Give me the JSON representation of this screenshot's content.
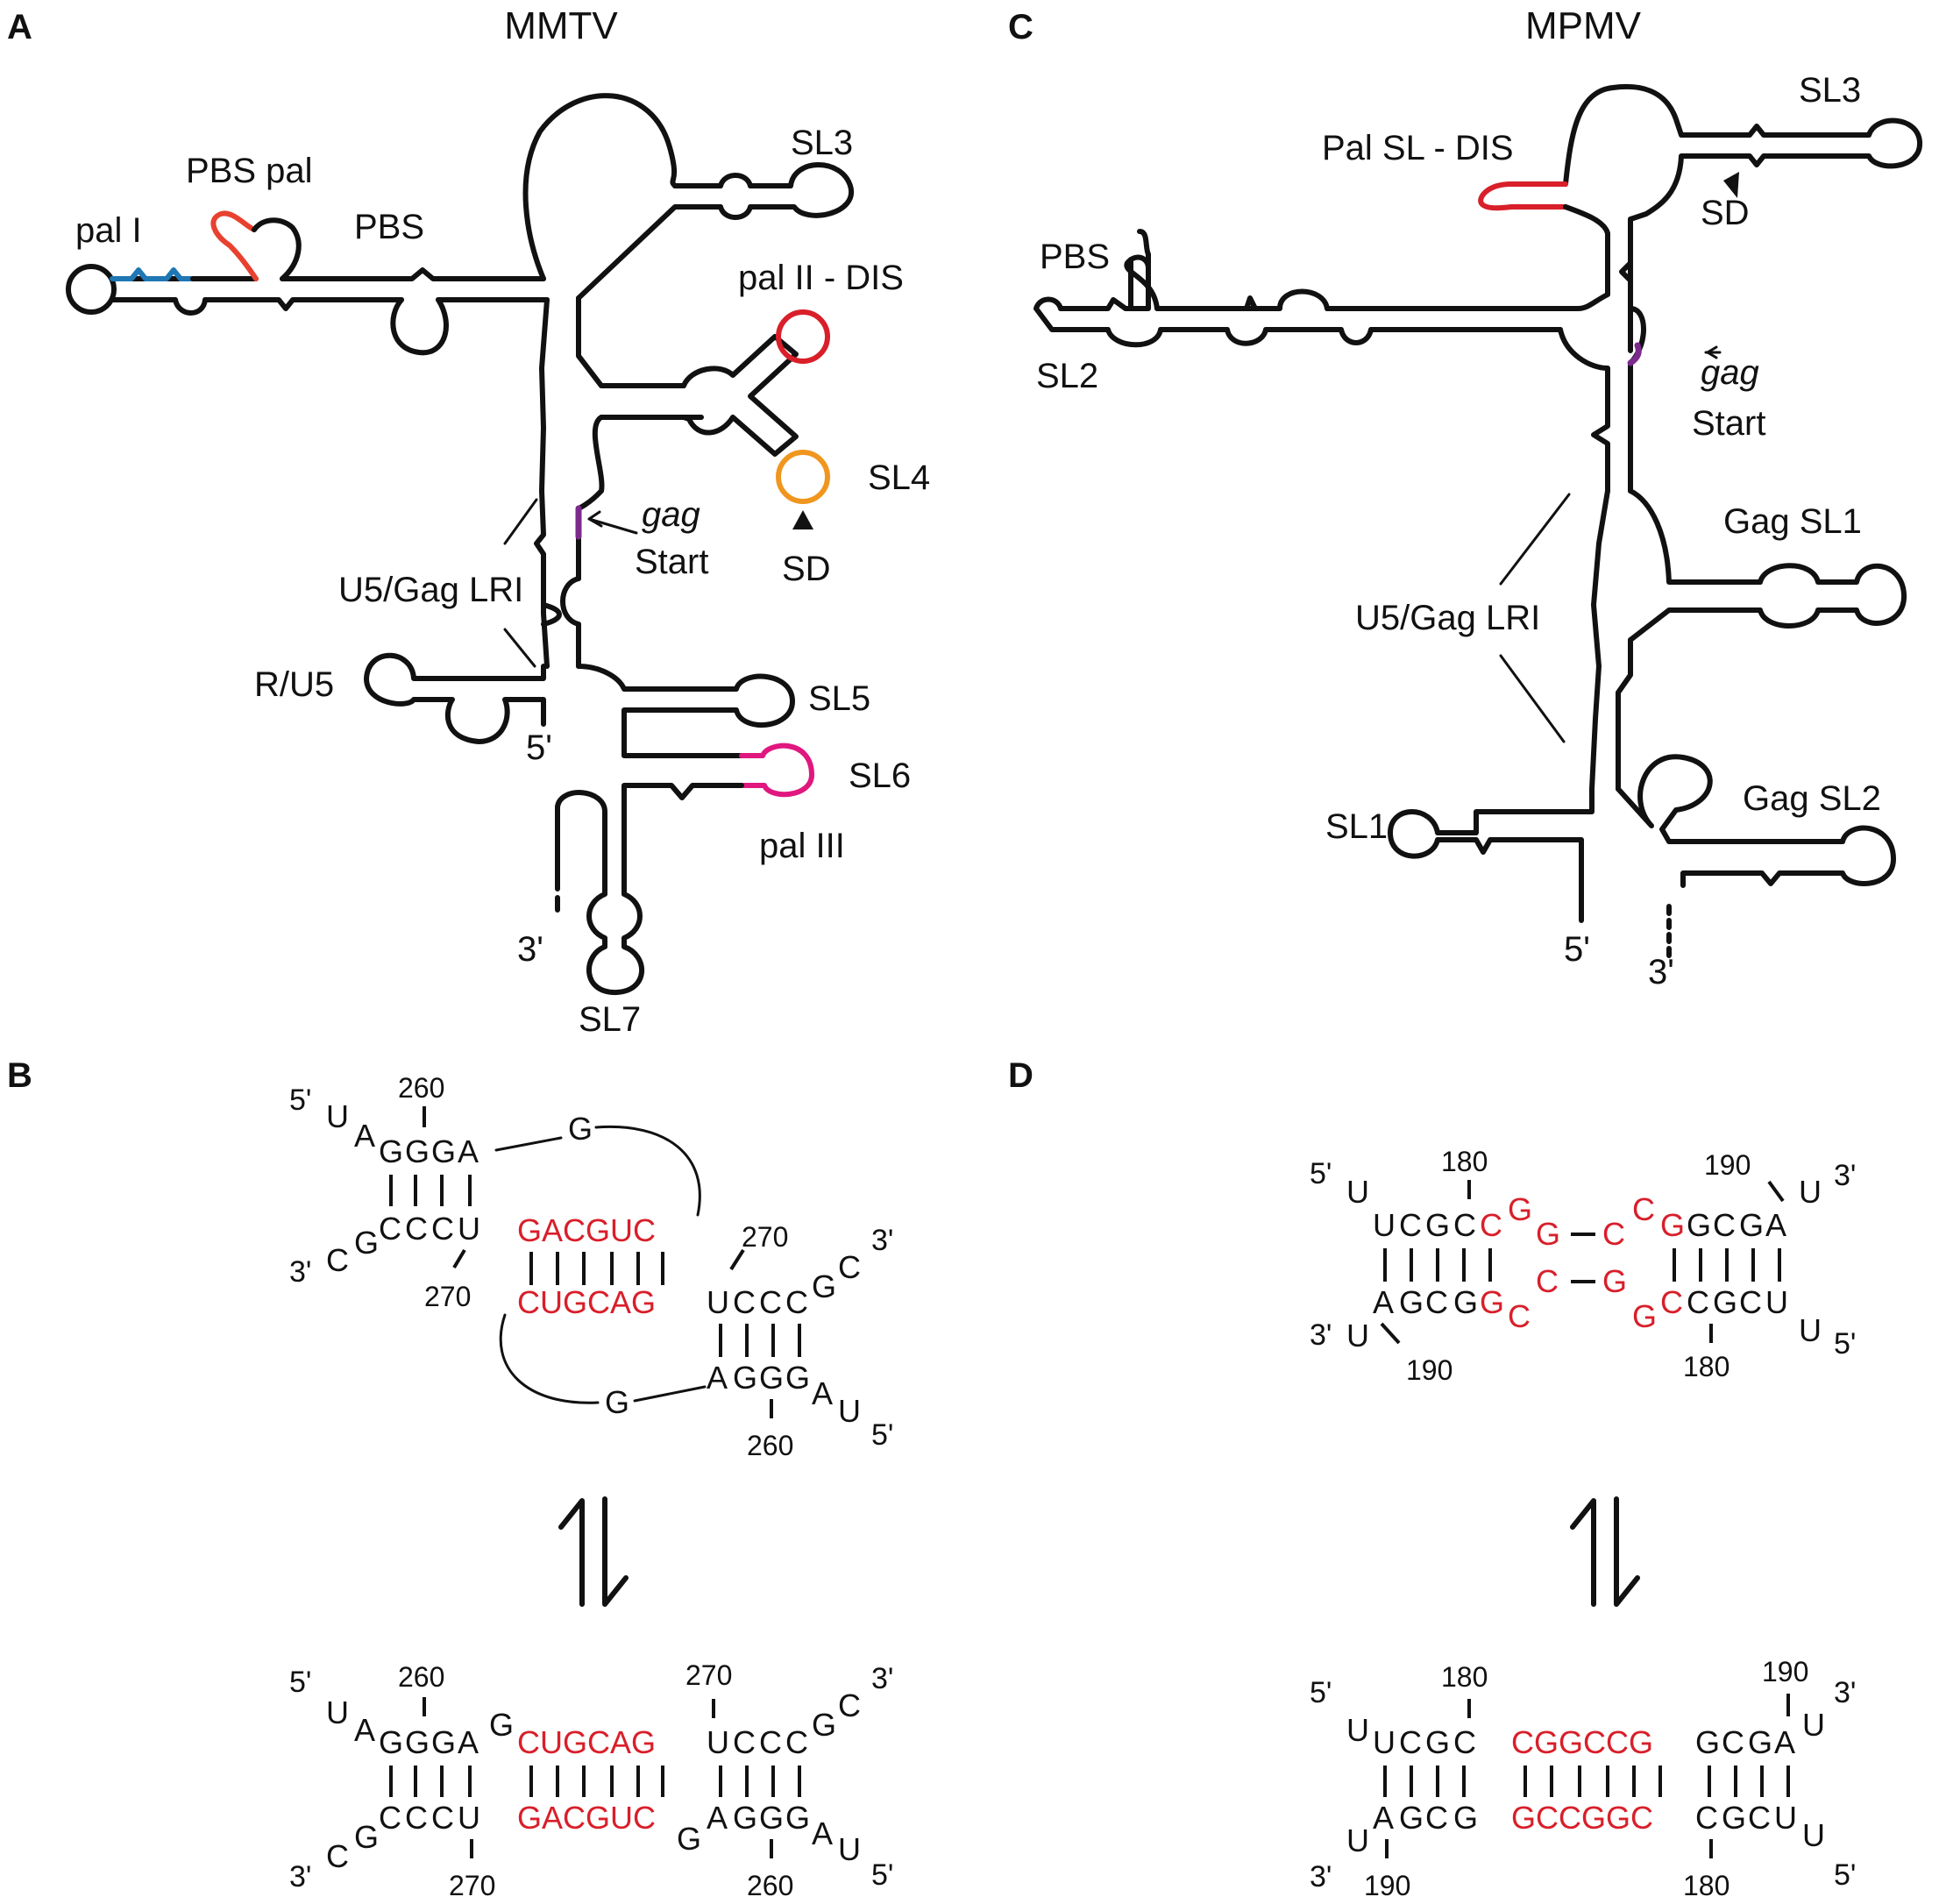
{
  "panels": {
    "A": {
      "letter": "A",
      "title": "MMTV",
      "labels": {
        "pal_I": "pal I",
        "pbs_pal": "PBS pal",
        "pbs": "PBS",
        "sl3": "SL3",
        "pal_II_dis": "pal II - DIS",
        "sl4": "SL4",
        "sd": "SD",
        "gag": "gag",
        "start": "Start",
        "u5_gag_lri": "U5/Gag LRI",
        "r_u5": "R/U5",
        "five_prime": "5'",
        "sl5": "SL5",
        "sl6": "SL6",
        "pal_III": "pal III",
        "three_prime": "3'",
        "sl7": "SL7"
      },
      "colors": {
        "pal_I": "#1f77b4",
        "pbs_pal": "#e8412f",
        "pal_II": "#d81f2a",
        "sl4": "#f0961e",
        "pal_III": "#e0177f",
        "gag_start": "#7b2a8c"
      }
    },
    "B": {
      "letter": "B",
      "top": {
        "left_top": [
          "U",
          "A",
          "G",
          "G",
          "G",
          "A"
        ],
        "left_bottom": [
          "C",
          "G",
          "C",
          "C",
          "C",
          "U"
        ],
        "red_top": "GACGUC",
        "red_bottom": "CUGCAG",
        "right_top": [
          "U",
          "C",
          "C",
          "C",
          "G",
          "C"
        ],
        "right_bottom": [
          "A",
          "G",
          "G",
          "G",
          "A",
          "U"
        ],
        "g_top": "G",
        "g_bottom": "G",
        "num_260": "260",
        "num_270": "270",
        "five": "5'",
        "three": "3'"
      },
      "bottom": {
        "top_left": [
          "U",
          "A",
          "G",
          "G",
          "G",
          "A",
          "G"
        ],
        "red_top": "CUGCAG",
        "top_right": [
          "U",
          "C",
          "C",
          "C",
          "G",
          "C"
        ],
        "bottom_left": [
          "C",
          "G",
          "C",
          "C",
          "C",
          "U"
        ],
        "red_bottom": "GACGUC",
        "bottom_right": [
          "G",
          "A",
          "G",
          "G",
          "G",
          "A",
          "U"
        ],
        "num_260": "260",
        "num_270": "270",
        "five": "5'",
        "three": "3'"
      },
      "equilibrium": "⇌"
    },
    "C": {
      "letter": "C",
      "title": "MPMV",
      "labels": {
        "sl3": "SL3",
        "pal_sl_dis": "Pal SL - DIS",
        "sd": "SD",
        "pbs": "PBS",
        "sl2": "SL2",
        "gag": "gag",
        "start": "Start",
        "gag_sl1": "Gag SL1",
        "u5_gag_lri": "U5/Gag LRI",
        "sl1": "SL1",
        "gag_sl2": "Gag SL2",
        "five_prime": "5'",
        "three_prime": "3'"
      },
      "colors": {
        "pal_sl": "#d81f2a",
        "gag_start": "#7b2a8c"
      }
    },
    "D": {
      "letter": "D",
      "top": {
        "left_top_black": [
          "U",
          "U",
          "C",
          "G",
          "C"
        ],
        "left_top_red": [
          "C",
          "G",
          "G"
        ],
        "left_bottom_black": [
          "U",
          "A",
          "G",
          "C",
          "G"
        ],
        "left_bottom_red": [
          "G",
          "C",
          "C"
        ],
        "right_top_red": [
          "C",
          "C",
          "G"
        ],
        "right_top_black": [
          "G",
          "C",
          "G",
          "A",
          "U"
        ],
        "right_bottom_red": [
          "G",
          "G",
          "C"
        ],
        "right_bottom_black": [
          "C",
          "G",
          "C",
          "U",
          "U"
        ],
        "num_180": "180",
        "num_190": "190",
        "five": "5'",
        "three": "3'"
      },
      "bottom": {
        "left_top": [
          "U",
          "U",
          "C",
          "G",
          "C"
        ],
        "red_top": "CGGCCG",
        "right_top": [
          "G",
          "C",
          "G",
          "A",
          "U"
        ],
        "left_bottom": [
          "U",
          "A",
          "G",
          "C",
          "G"
        ],
        "red_bottom": "GCCGGC",
        "right_bottom": [
          "C",
          "G",
          "C",
          "U",
          "U"
        ],
        "num_180": "180",
        "num_190": "190",
        "five": "5'",
        "three": "3'"
      },
      "equilibrium": "⇌"
    }
  }
}
